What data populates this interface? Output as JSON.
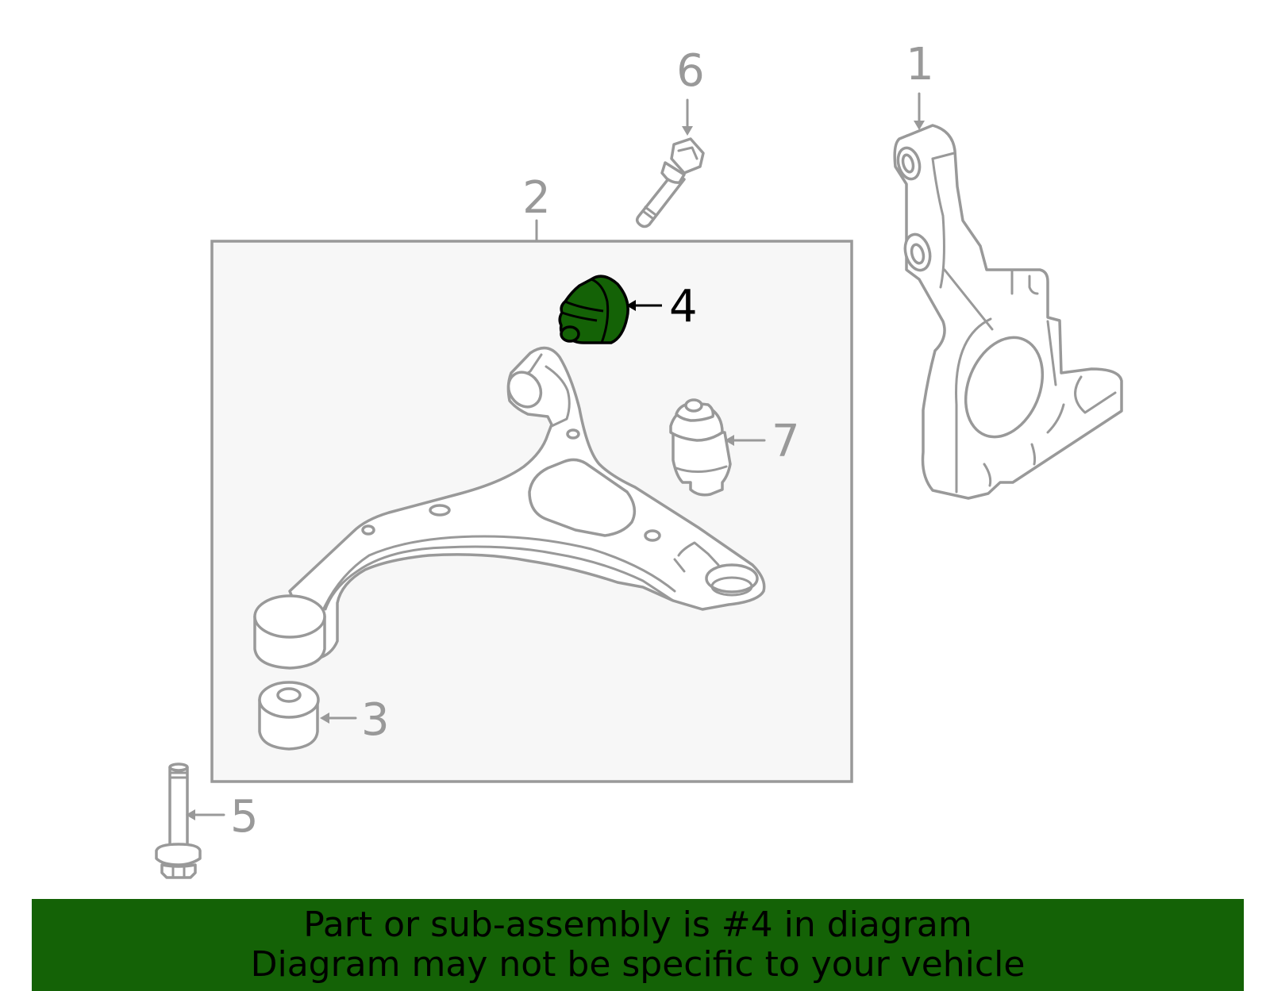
{
  "diagram": {
    "callouts": [
      {
        "number": "1",
        "part": "knuckle"
      },
      {
        "number": "2",
        "part": "lower control arm assembly"
      },
      {
        "number": "3",
        "part": "front bushing"
      },
      {
        "number": "4",
        "part": "rear bushing",
        "highlighted": true
      },
      {
        "number": "5",
        "part": "bolt"
      },
      {
        "number": "6",
        "part": "bolt"
      },
      {
        "number": "7",
        "part": "ball joint"
      }
    ],
    "highlight_color": "#146206",
    "line_color": "#999999"
  },
  "banner": {
    "line1": "Part or sub-assembly is #4 in diagram",
    "line2": "Diagram may not be specific to your vehicle",
    "background": "#146206"
  }
}
